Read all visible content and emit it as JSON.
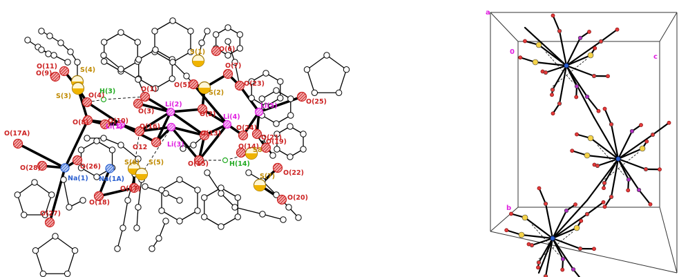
{
  "molecule": {
    "labels": {
      "O11": "O(11)",
      "O9": "O(9)",
      "S4": "S(4)",
      "S3": "S(3)",
      "O4": "O(4)",
      "H3": "H(3)",
      "O1": "O(1)",
      "O3": "O(3)",
      "S1": "S(1)",
      "O6": "O(6)",
      "O7": "O(7)",
      "O5": "O(5)",
      "S2": "S(2)",
      "O23": "O(23)",
      "Li2": "Li(2)",
      "O2": "O(2)",
      "Li4": "Li(4)",
      "Li5": "Li(5)",
      "O25": "O(25)",
      "O17A": "O(17A)",
      "O8": "O(8)",
      "O10": "O(10)",
      "Li1": "Li(1)",
      "O16": "O(16)",
      "O12": "O12",
      "Li3": "Li(3)",
      "O13": "O(13)",
      "O24": "O(24)",
      "O21": "O(21)",
      "O19": "O(19)",
      "O14": "O(14)",
      "S8": "S8",
      "O28": "O(28)",
      "O26": "O(26)",
      "S6": "S(6)",
      "S5": "S(5)",
      "O15": "O(15)",
      "H14": "H(14)",
      "O22": "O(22)",
      "Na1": "Na(1)",
      "Na1A": "Na(1A)",
      "O17": "O(17)",
      "O18": "O(18)",
      "S7": "S(7)",
      "O20": "O(20)",
      "O27": "O(27)"
    },
    "colors": {
      "oxygen": "#cc2222",
      "sulfur": "#f0b400",
      "lithium": "#e020e0",
      "sodium": "#2a5fd0",
      "hydrogen": "#22aa22",
      "carbon": "#ffffff",
      "bond": "#000000"
    }
  },
  "packing": {
    "axis_labels": {
      "a": "a",
      "o": "0",
      "c": "c",
      "b": "b"
    },
    "colors": {
      "axis": "#e020e0",
      "cell": "#333333"
    }
  }
}
